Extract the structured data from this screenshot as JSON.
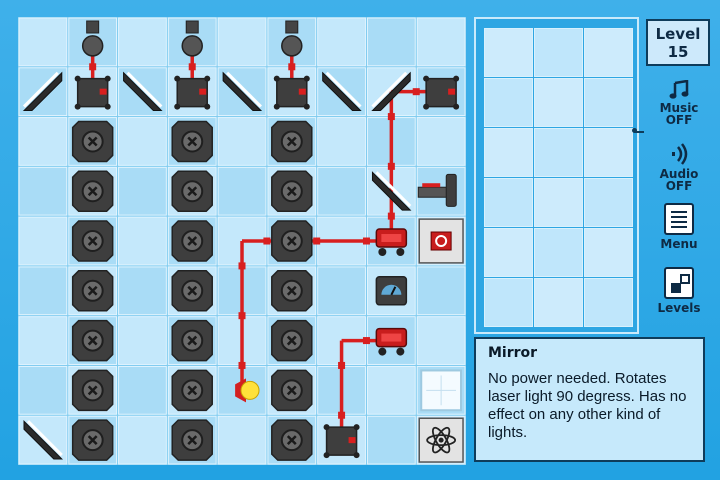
{
  "level": {
    "label": "Level",
    "number": "15"
  },
  "controls": {
    "music": {
      "line1": "Music",
      "line2": "OFF",
      "icon": "music-note-icon"
    },
    "audio": {
      "line1": "Audio",
      "line2": "OFF",
      "icon": "speaker-icon"
    },
    "menu": {
      "label": "Menu",
      "icon": "menu-list-icon"
    },
    "levels": {
      "label": "Levels",
      "icon": "levels-grid-icon"
    }
  },
  "info": {
    "title": "Mirror",
    "description": "No power needed. Rotates laser light 90 degress. Has no effect on any other kind of lights."
  },
  "colors": {
    "board_tile_light": "#c4e8fb",
    "board_tile_dark": "#a9dcf6",
    "wire_red": "#d81f1f",
    "device_dark": "#3e3e3e",
    "panel_border": "#0e3c5b"
  },
  "inventory": {
    "rows": 6,
    "cols": 3
  },
  "board": {
    "cols": 9,
    "rows": 9,
    "cells": [
      {
        "c": 1,
        "r": 0,
        "t": "bulb"
      },
      {
        "c": 3,
        "r": 0,
        "t": "bulb"
      },
      {
        "c": 5,
        "r": 0,
        "t": "bulb"
      },
      {
        "c": 0,
        "r": 1,
        "t": "mirror-slash"
      },
      {
        "c": 1,
        "r": 1,
        "t": "laser-box"
      },
      {
        "c": 2,
        "r": 1,
        "t": "mirror-back"
      },
      {
        "c": 3,
        "r": 1,
        "t": "laser-box"
      },
      {
        "c": 4,
        "r": 1,
        "t": "mirror-back"
      },
      {
        "c": 5,
        "r": 1,
        "t": "laser-box"
      },
      {
        "c": 6,
        "r": 1,
        "t": "mirror-back"
      },
      {
        "c": 7,
        "r": 1,
        "t": "mirror-slash"
      },
      {
        "c": 8,
        "r": 1,
        "t": "laser-box"
      },
      {
        "c": 1,
        "r": 2,
        "t": "blocker"
      },
      {
        "c": 3,
        "r": 2,
        "t": "blocker"
      },
      {
        "c": 5,
        "r": 2,
        "t": "blocker"
      },
      {
        "c": 1,
        "r": 3,
        "t": "blocker"
      },
      {
        "c": 3,
        "r": 3,
        "t": "blocker"
      },
      {
        "c": 5,
        "r": 3,
        "t": "blocker"
      },
      {
        "c": 7,
        "r": 3,
        "t": "mirror-back"
      },
      {
        "c": 8,
        "r": 3,
        "t": "emitter"
      },
      {
        "c": 1,
        "r": 4,
        "t": "blocker"
      },
      {
        "c": 3,
        "r": 4,
        "t": "blocker"
      },
      {
        "c": 5,
        "r": 4,
        "t": "blocker"
      },
      {
        "c": 7,
        "r": 4,
        "t": "cart"
      },
      {
        "c": 8,
        "r": 4,
        "t": "power-button"
      },
      {
        "c": 1,
        "r": 5,
        "t": "blocker"
      },
      {
        "c": 3,
        "r": 5,
        "t": "blocker"
      },
      {
        "c": 5,
        "r": 5,
        "t": "blocker"
      },
      {
        "c": 7,
        "r": 5,
        "t": "gauge"
      },
      {
        "c": 1,
        "r": 6,
        "t": "blocker"
      },
      {
        "c": 3,
        "r": 6,
        "t": "blocker"
      },
      {
        "c": 5,
        "r": 6,
        "t": "blocker"
      },
      {
        "c": 7,
        "r": 6,
        "t": "cart"
      },
      {
        "c": 1,
        "r": 7,
        "t": "blocker"
      },
      {
        "c": 3,
        "r": 7,
        "t": "blocker"
      },
      {
        "c": 5,
        "r": 7,
        "t": "blocker"
      },
      {
        "c": 4,
        "r": 7,
        "t": "lamp"
      },
      {
        "c": 8,
        "r": 7,
        "t": "light-tile"
      },
      {
        "c": 0,
        "r": 8,
        "t": "mirror-back"
      },
      {
        "c": 1,
        "r": 8,
        "t": "blocker"
      },
      {
        "c": 3,
        "r": 8,
        "t": "blocker"
      },
      {
        "c": 5,
        "r": 8,
        "t": "blocker"
      },
      {
        "c": 6,
        "r": 8,
        "t": "laser-box"
      },
      {
        "c": 8,
        "r": 8,
        "t": "atom-box"
      }
    ],
    "wires": [
      [
        1.5,
        0.5,
        1.5,
        1.5
      ],
      [
        3.5,
        0.5,
        3.5,
        1.5
      ],
      [
        5.5,
        0.5,
        5.5,
        1.5
      ],
      [
        7.5,
        1.5,
        8.5,
        1.5
      ],
      [
        7.5,
        1.5,
        7.5,
        3.5
      ],
      [
        7.5,
        3.5,
        7.5,
        4.5
      ],
      [
        4.5,
        4.5,
        7.5,
        4.5
      ],
      [
        4.5,
        4.5,
        4.5,
        7.5
      ],
      [
        8.2,
        3.5,
        8.5,
        3.5
      ],
      [
        6.5,
        6.5,
        7.5,
        6.5
      ],
      [
        6.5,
        6.5,
        6.5,
        8.5
      ]
    ]
  }
}
